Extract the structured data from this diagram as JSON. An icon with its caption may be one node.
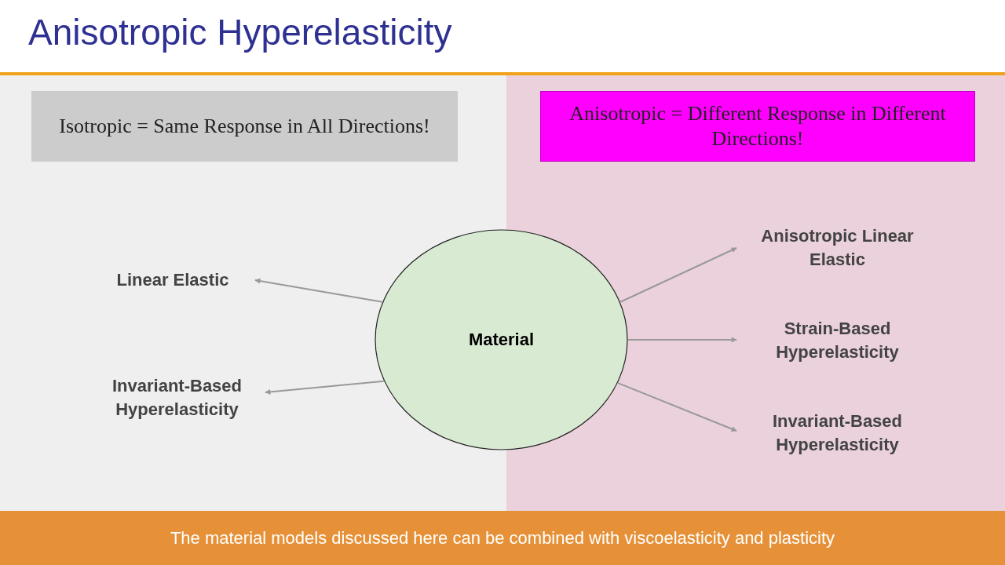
{
  "diagram": {
    "title": "Anisotropic Hyperelasticity",
    "caption": "The material models discussed here can be combined with viscoelasticity and plasticity",
    "nodes": [
      {
        "text": [
          "Isotropic = Same Response in All Directions!"
        ]
      },
      {
        "text": [
          "Anisotropic = Different Response in Different Directions!"
        ]
      },
      {
        "text": [
          "Material"
        ]
      },
      {
        "text": [
          "Linear Elastic"
        ]
      },
      {
        "text": [
          "Invariant-Based Hyperelasticity"
        ]
      },
      {
        "text": [
          "Anisotropic Linear Elastic"
        ]
      },
      {
        "text": [
          "Strain-Based Hyperelasticity"
        ]
      },
      {
        "text": [
          "Invariant-Based Hyperelasticity"
        ]
      }
    ],
    "edges": [
      {
        "from": 2,
        "to": 3,
        "arrow": "to"
      },
      {
        "from": 2,
        "to": 4,
        "arrow": "to"
      },
      {
        "from": 2,
        "to": 5,
        "arrow": "to"
      },
      {
        "from": 2,
        "to": 6,
        "arrow": "to"
      },
      {
        "from": 2,
        "to": 7,
        "arrow": "to"
      }
    ]
  }
}
